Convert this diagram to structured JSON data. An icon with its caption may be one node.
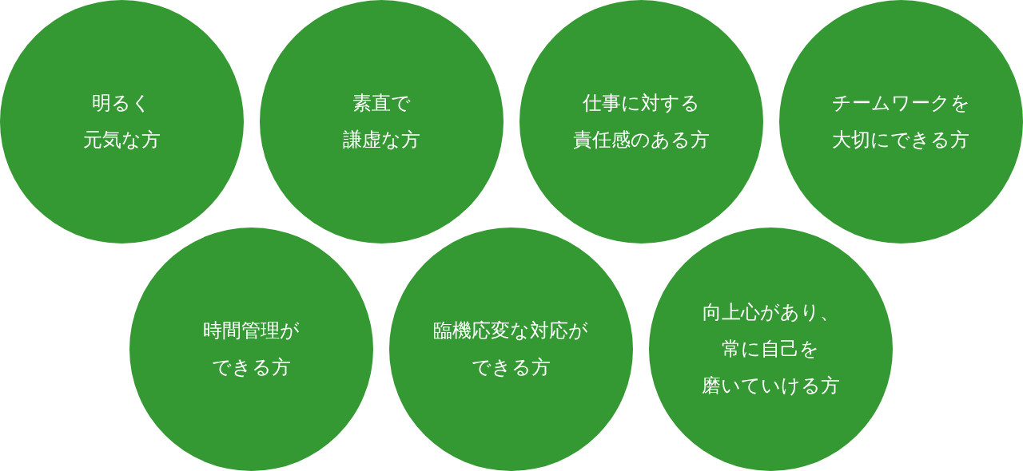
{
  "diagram": {
    "nodes": [
      {
        "text": [
          "明るく元気な方"
        ]
      },
      {
        "text": [
          "素直で謙虚な方"
        ]
      },
      {
        "text": [
          "仕事に対する責任感のある方"
        ]
      },
      {
        "text": [
          "チームワークを大切にできる方"
        ]
      },
      {
        "text": [
          "時間管理ができる方"
        ]
      },
      {
        "text": [
          "臨機応変な対応ができる方"
        ]
      },
      {
        "text": [
          "向上心があり、常に自己を磨いていける方"
        ]
      }
    ]
  }
}
